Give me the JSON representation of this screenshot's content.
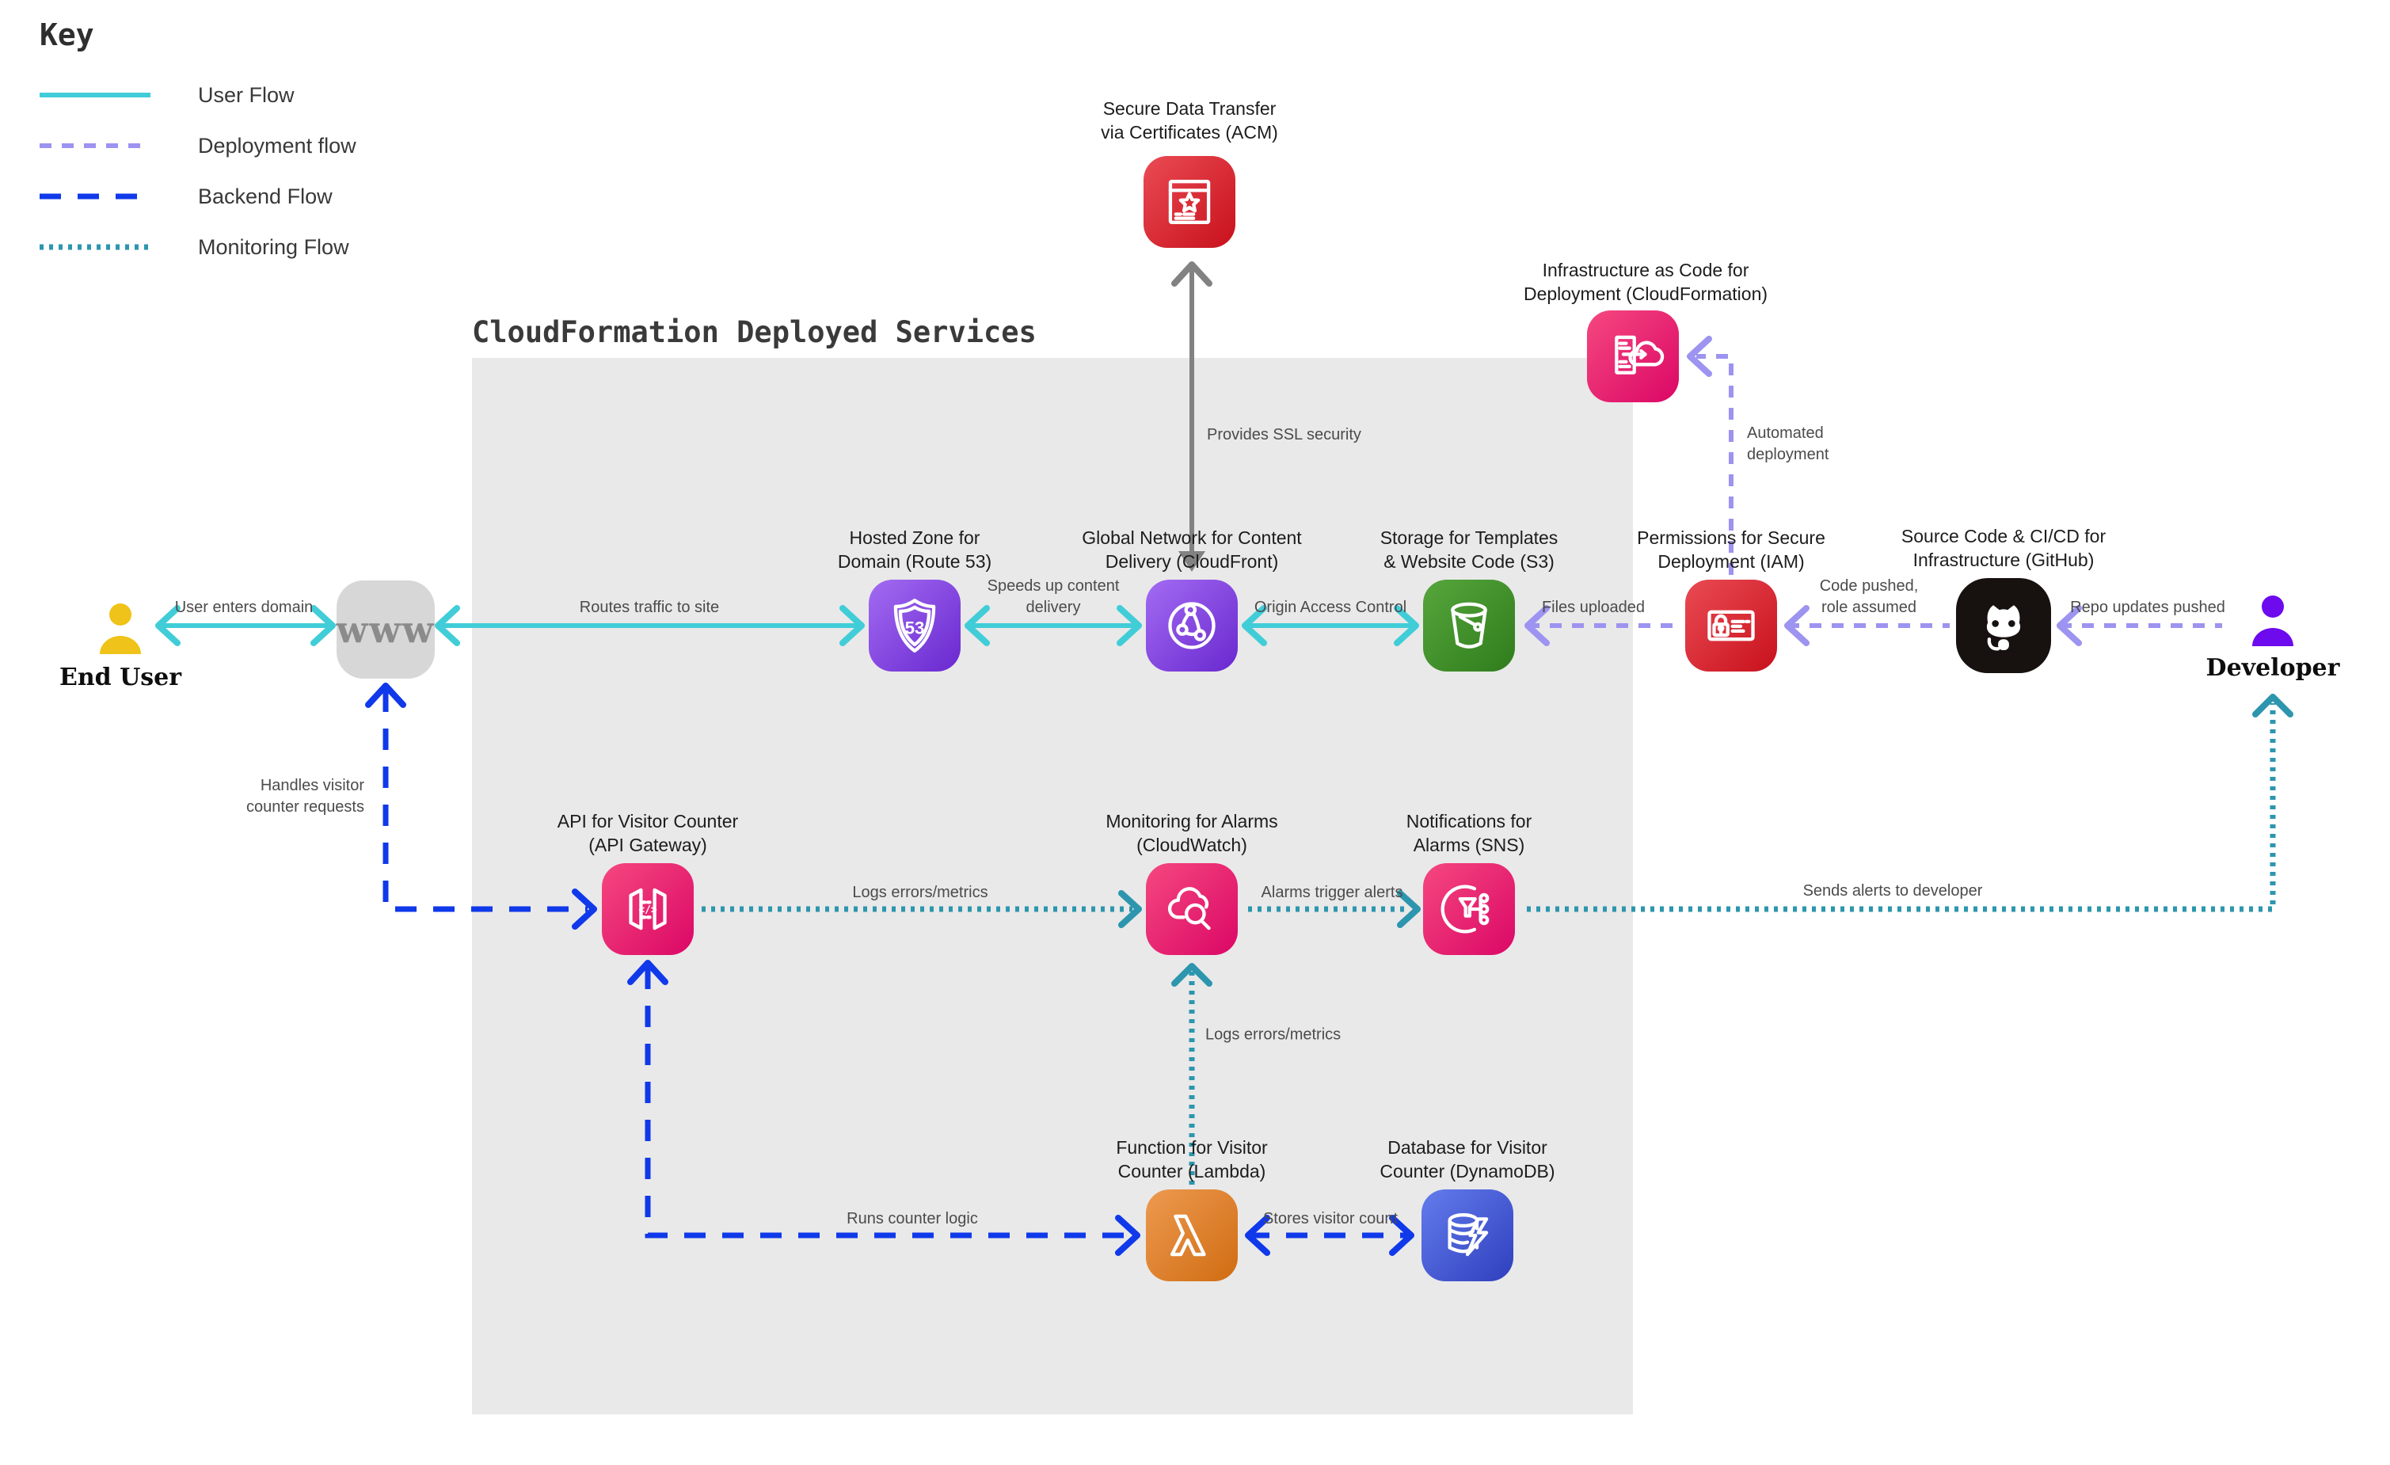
{
  "title": "CloudFormation Deployed Services",
  "legend": {
    "title": "Key",
    "items": [
      {
        "label": "User Flow",
        "style": "solid",
        "color": "#41CDD8"
      },
      {
        "label": "Deployment flow",
        "style": "dashed-small",
        "color": "#9D93F0"
      },
      {
        "label": "Backend Flow",
        "style": "dashed",
        "color": "#1039EA"
      },
      {
        "label": "Monitoring Flow",
        "style": "dotted",
        "color": "#2D96AE"
      }
    ]
  },
  "actors": {
    "end_user": {
      "label": "End User",
      "color": "#EFC319"
    },
    "developer": {
      "label": "Developer",
      "color": "#6D0AEE"
    },
    "www": {
      "label": "www"
    }
  },
  "nodes": {
    "acm": {
      "label": "Secure Data Transfer\nvia Certificates (ACM)"
    },
    "cloudformation": {
      "label": "Infrastructure as Code for\nDeployment (CloudFormation)"
    },
    "route53": {
      "label": "Hosted Zone for\nDomain (Route 53)"
    },
    "cloudfront": {
      "label": "Global Network for Content\nDelivery (CloudFront)"
    },
    "s3": {
      "label": "Storage for Templates\n& Website Code (S3)"
    },
    "iam": {
      "label": "Permissions for Secure\nDeployment  (IAM)"
    },
    "github": {
      "label": "Source Code & CI/CD for\nInfrastructure (GitHub)"
    },
    "api_gateway": {
      "label": "API for Visitor Counter\n(API Gateway)"
    },
    "cloudwatch": {
      "label": "Monitoring for Alarms\n(CloudWatch)"
    },
    "sns": {
      "label": "Notifications for\nAlarms (SNS)"
    },
    "lambda": {
      "label": "Function for Visitor\nCounter (Lambda)"
    },
    "dynamodb": {
      "label": "Database for Visitor\nCounter (DynamoDB)"
    }
  },
  "edges": {
    "user_enters_domain": "User enters domain",
    "routes_traffic": "Routes traffic to site",
    "speeds_up": "Speeds up content\ndelivery",
    "origin_access": "Origin Access Control",
    "files_uploaded": "Files uploaded",
    "code_pushed": "Code pushed,\nrole assumed",
    "repo_updates": "Repo updates pushed",
    "automated_deployment": "Automated\ndeployment",
    "provides_ssl": "Provides SSL security",
    "handles_requests": "Handles visitor\ncounter requests",
    "logs_errors_api": "Logs errors/metrics",
    "alarms_trigger": "Alarms trigger alerts",
    "sends_alerts": "Sends alerts to developer",
    "logs_errors_lambda": "Logs errors/metrics",
    "runs_counter": "Runs counter logic",
    "stores_visitor": "Stores visitor count"
  }
}
